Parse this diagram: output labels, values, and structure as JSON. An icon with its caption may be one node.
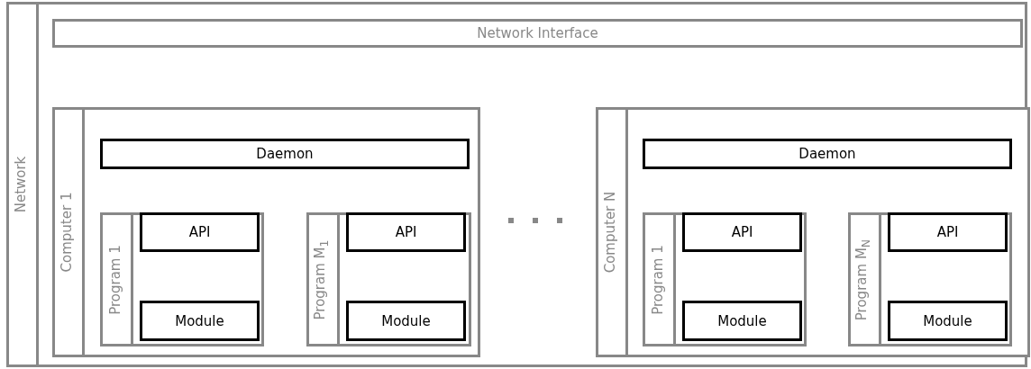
{
  "diagram": {
    "nodes": [
      {
        "text": [
          "Network"
        ]
      },
      {
        "text": [
          "Network Interface"
        ],
        "in": 0
      },
      {
        "text": [
          "Computer 1"
        ],
        "in": 0
      },
      {
        "text": [
          "Daemon"
        ],
        "in": 2
      },
      {
        "text": [
          "Program 1"
        ],
        "in": 2
      },
      {
        "text": [
          "API"
        ],
        "in": 4
      },
      {
        "text": [
          "Module"
        ],
        "in": 4
      },
      {
        "text": [
          "Program M$_{1}$"
        ],
        "in": 2
      },
      {
        "text": [
          "API"
        ],
        "in": 7
      },
      {
        "text": [
          "Module"
        ],
        "in": 7
      },
      {
        "text": [
          "Computer N"
        ],
        "in": 0
      },
      {
        "text": [
          "Daemon"
        ],
        "in": 10
      },
      {
        "text": [
          "Program 1"
        ],
        "in": 10
      },
      {
        "text": [
          "API"
        ],
        "in": 12
      },
      {
        "text": [
          "Module"
        ],
        "in": 12
      },
      {
        "text": [
          "Program M$_{N}$"
        ],
        "in": 10
      },
      {
        "text": [
          "API"
        ],
        "in": 15
      },
      {
        "text": [
          "Module"
        ],
        "in": 15
      }
    ]
  }
}
